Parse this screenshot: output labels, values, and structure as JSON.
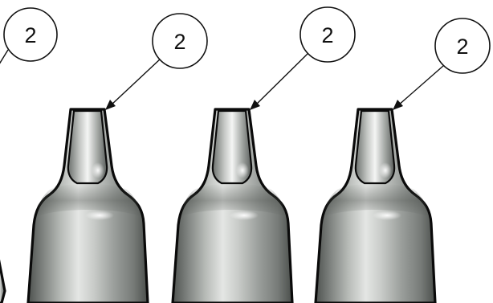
{
  "callouts": [
    {
      "label": "2"
    },
    {
      "label": "2"
    },
    {
      "label": "2"
    },
    {
      "label": "2"
    }
  ],
  "colors": {
    "outline": "#0a0a0a",
    "metal_dark": "#5f6360",
    "metal_mid": "#a3a7a4",
    "metal_light": "#f2f3f2",
    "background": "#ffffff"
  }
}
